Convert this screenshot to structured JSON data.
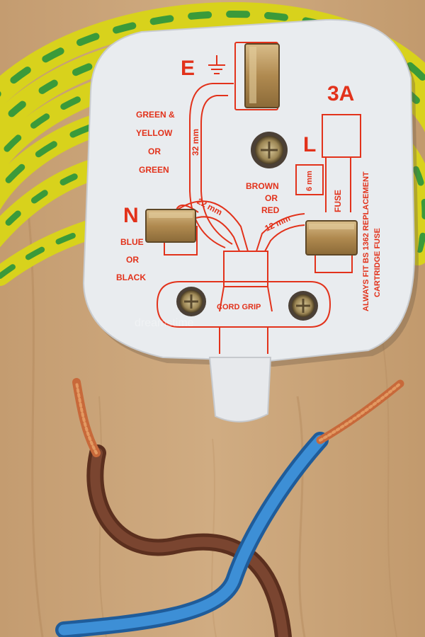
{
  "plug": {
    "rating": "3A",
    "earth_letter": "E",
    "neutral_letter": "N",
    "live_letter": "L",
    "earth_wire": [
      "GREEN &",
      "YELLOW",
      "OR",
      "GREEN"
    ],
    "neutral_wire": [
      "BLUE",
      "OR",
      "BLACK"
    ],
    "live_wire": [
      "BROWN",
      "OR",
      "RED"
    ],
    "dim_earth": "32 mm",
    "dim_neutral": "22 mm",
    "dim_live": "12 mm",
    "dim_fuse": "6 mm",
    "fuse_label": "FUSE",
    "cord_grip": "CORD GRIP",
    "fuse_note_1": "ALWAYS FIT BS 1362 REPLACEMENT",
    "fuse_note_2": "CARTRIDGE FUSE"
  },
  "watermark": "dreamstime",
  "colors": {
    "print_red": "#e2321b",
    "plug_white": "#e9ecef",
    "brass": "#b8945a",
    "wire_blue": "#3d8fd6",
    "wire_brown": "#6e3b26",
    "copper": "#c8693a",
    "earth_yellow": "#d8d21c",
    "earth_green": "#3a9a3a",
    "wood": "#c9a57a"
  }
}
